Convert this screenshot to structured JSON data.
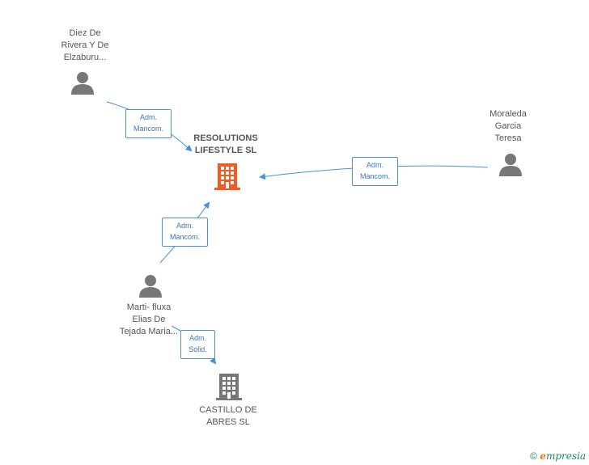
{
  "nodes": {
    "center": {
      "label_line1": "RESOLUTIONS",
      "label_line2": "LIFESTYLE  SL"
    },
    "diez": {
      "line1": "Diez De",
      "line2": "Rivera Y De",
      "line3": "Elzaburu..."
    },
    "moraleda": {
      "line1": "Moraleda",
      "line2": "Garcia",
      "line3": "Teresa"
    },
    "marti": {
      "line1": "Marti- fluxa",
      "line2": "Elias De",
      "line3": "Tejada Maria..."
    },
    "castillo": {
      "line1": "CASTILLO DE",
      "line2": "ABRES SL"
    }
  },
  "edges": {
    "diez_to_center": {
      "line1": "Adm.",
      "line2": "Mancom."
    },
    "moraleda_to_center": {
      "line1": "Adm.",
      "line2": "Mancom."
    },
    "marti_to_center": {
      "line1": "Adm.",
      "line2": "Mancom."
    },
    "marti_to_castillo": {
      "line1": "Adm.",
      "line2": "Solid."
    }
  },
  "footer": {
    "symbol": "©",
    "brand_first": "e",
    "brand_rest": "mpresia"
  },
  "colors": {
    "edge": "#4a90d9",
    "main_company": "#f05a23",
    "other_company": "#777777",
    "person": "#777777"
  }
}
